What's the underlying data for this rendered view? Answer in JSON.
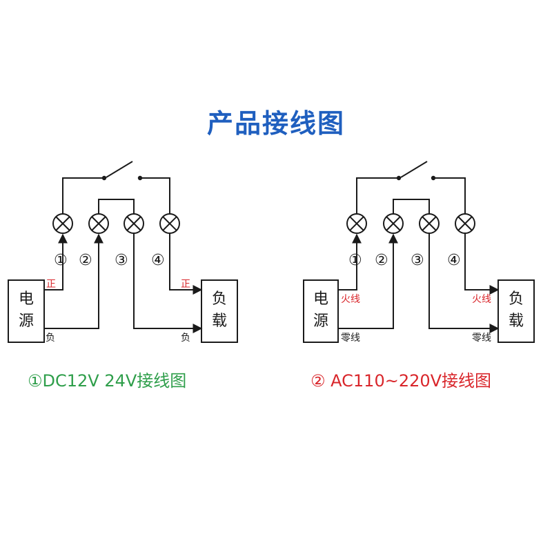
{
  "title": "产品接线图",
  "colors": {
    "title": "#1f5fbf",
    "green": "#2e9e4a",
    "red": "#d9262b",
    "wire": "#1a1a1a"
  },
  "terminals": [
    "①",
    "②",
    "③",
    "④"
  ],
  "left": {
    "power_box": "电\n源",
    "power_line1": "电",
    "power_line2": "源",
    "load_line1": "负",
    "load_line2": "载",
    "pos_out": "正",
    "neg_out": "负",
    "pos_in": "正",
    "neg_in": "负",
    "caption": "①DC12V  24V接线图"
  },
  "right": {
    "power_line1": "电",
    "power_line2": "源",
    "load_line1": "负",
    "load_line2": "载",
    "live_out": "火线",
    "neutral_out": "零线",
    "live_in": "火线",
    "neutral_in": "零线",
    "caption": "② AC110~220V接线图"
  }
}
